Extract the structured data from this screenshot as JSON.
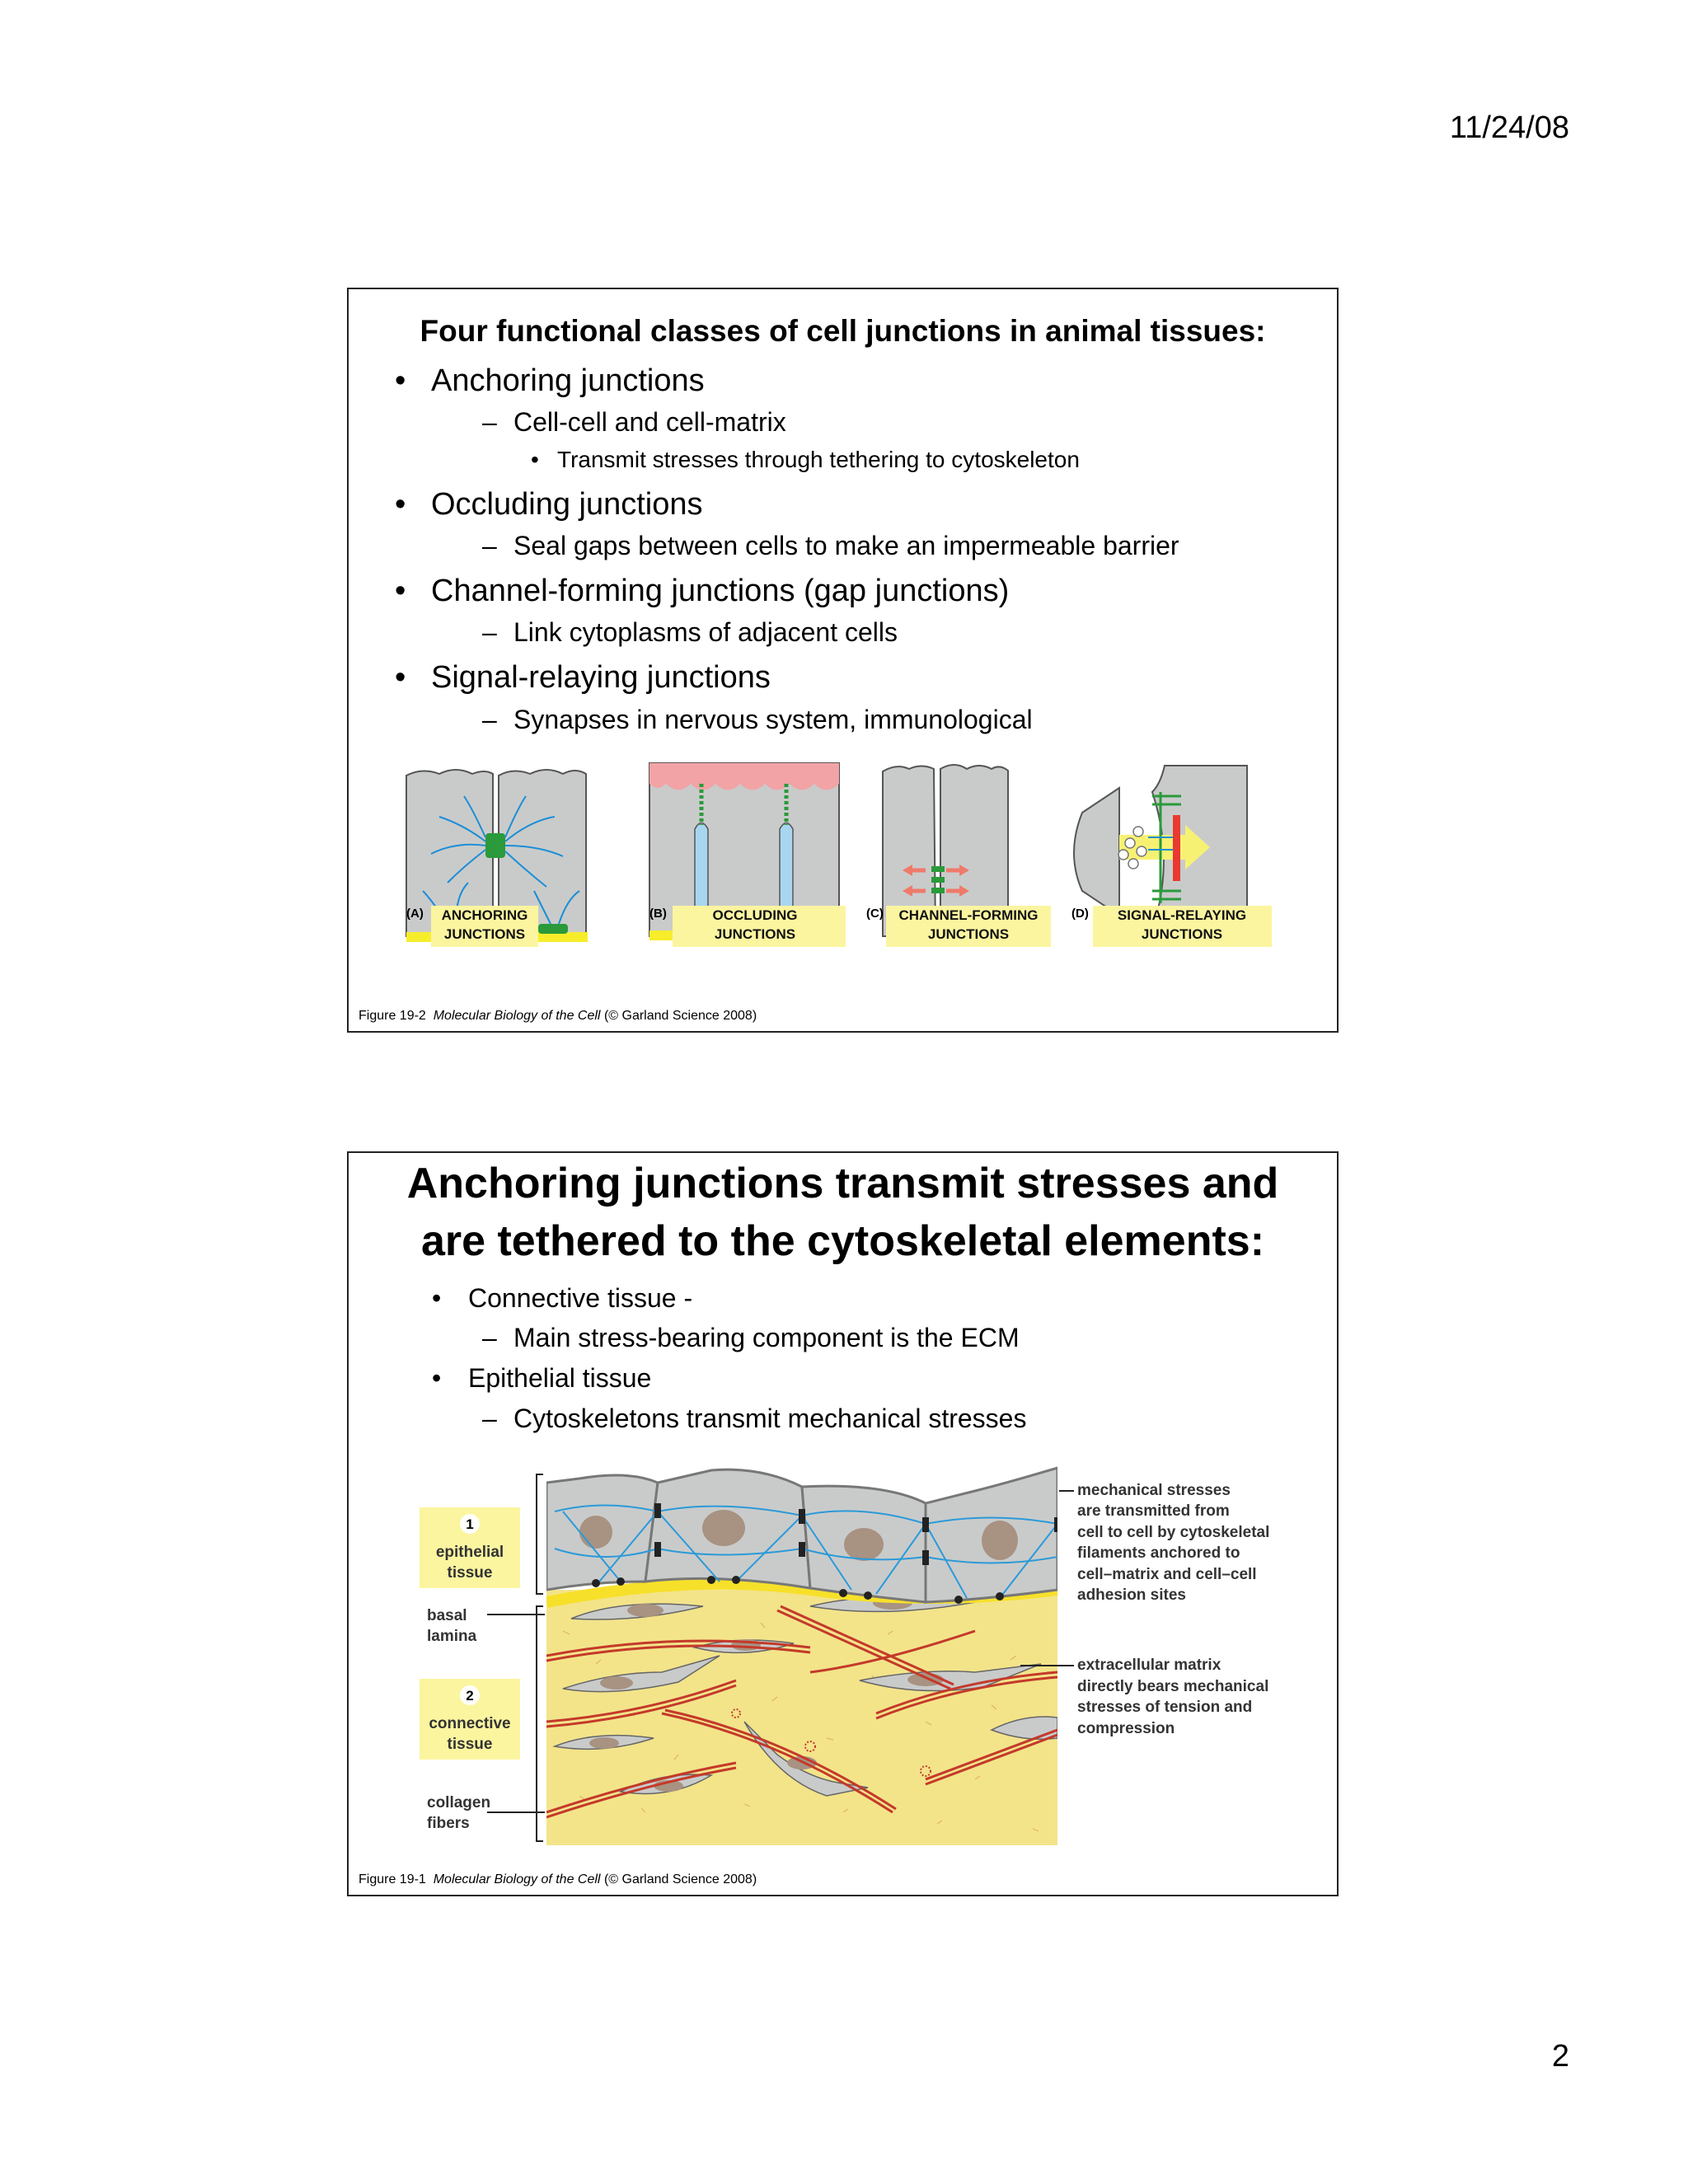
{
  "page": {
    "date": "11/24/08",
    "page_number": "2"
  },
  "slide1": {
    "title": "Four functional classes of cell junctions in animal tissues:",
    "bullets": [
      {
        "text": "Anchoring junctions",
        "sub": [
          {
            "text": "Cell-cell and cell-matrix",
            "sub": [
              "Transmit stresses through tethering to cytoskeleton"
            ]
          }
        ]
      },
      {
        "text": "Occluding junctions",
        "sub": [
          {
            "text": "Seal gaps between cells to make an impermeable barrier"
          }
        ]
      },
      {
        "text": "Channel-forming junctions (gap junctions)",
        "sub": [
          {
            "text": "Link cytoplasms of adjacent cells"
          }
        ]
      },
      {
        "text": "Signal-relaying junctions",
        "sub": [
          {
            "text": "Synapses in nervous system, immunological"
          }
        ]
      }
    ],
    "figure": {
      "panels": [
        {
          "letter": "(A)",
          "line1": "ANCHORING",
          "line2": "JUNCTIONS"
        },
        {
          "letter": "(B)",
          "line1": "OCCLUDING",
          "line2": "JUNCTIONS"
        },
        {
          "letter": "(C)",
          "line1": "CHANNEL-FORMING",
          "line2": "JUNCTIONS"
        },
        {
          "letter": "(D)",
          "line1": "SIGNAL-RELAYING",
          "line2": "JUNCTIONS"
        }
      ],
      "caption_prefix": "Figure 19-2",
      "caption_book": "Molecular Biology of the Cell",
      "caption_suffix": "(© Garland Science 2008)"
    }
  },
  "slide2": {
    "title_line1": "Anchoring junctions transmit stresses and",
    "title_line2": "are tethered to the cytoskeletal elements:",
    "bullets": [
      {
        "text": "Connective tissue -",
        "sub": "Main stress-bearing component is the ECM"
      },
      {
        "text": "Epithelial tissue",
        "sub": "Cytoskeletons transmit mechanical stresses"
      }
    ],
    "figure": {
      "left_labels": {
        "epithelial_num": "1",
        "epithelial_line1": "epithelial",
        "epithelial_line2": "tissue",
        "basal_line1": "basal",
        "basal_line2": "lamina",
        "connective_num": "2",
        "connective_line1": "connective",
        "connective_line2": "tissue",
        "collagen_line1": "collagen",
        "collagen_line2": "fibers"
      },
      "right_labels": {
        "mech": [
          "mechanical stresses",
          "are transmitted from",
          "cell to cell by cytoskeletal",
          "filaments anchored to",
          "cell–matrix and cell–cell",
          "adhesion sites"
        ],
        "ecm": [
          "extracellular matrix",
          "directly bears mechanical",
          "stresses of tension and",
          "compression"
        ]
      },
      "caption_prefix": "Figure 19-1",
      "caption_book": "Molecular Biology of the Cell",
      "caption_suffix": "(© Garland Science 2008)"
    }
  }
}
